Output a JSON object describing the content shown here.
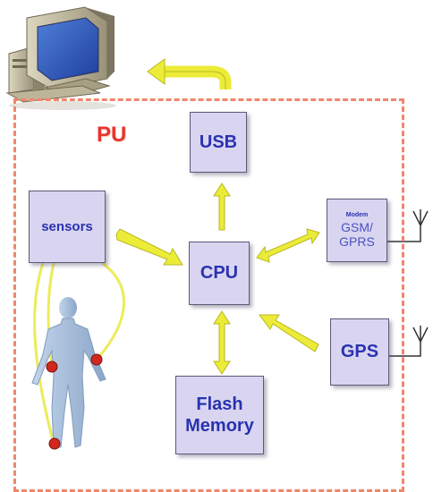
{
  "diagram": {
    "frame_label": "PU",
    "nodes": {
      "usb": "USB",
      "sensors": "sensors",
      "cpu": "CPU",
      "flash_line1": "Flash",
      "flash_line2": "Memory",
      "modem_caption": "Modem",
      "gsm_line1": "GSM/",
      "gsm_line2": "GPRS",
      "gps": "GPS"
    },
    "colors": {
      "frame_dash": "#f0866e",
      "frame_label": "#e8342a",
      "box_fill": "#d9d5f0",
      "box_text": "#2a32b0",
      "arrow": "#ecec38",
      "sensor_dot": "#d0281e"
    },
    "icons": [
      "desktop-computer-icon",
      "human-figure-icon",
      "antenna-icon"
    ]
  }
}
